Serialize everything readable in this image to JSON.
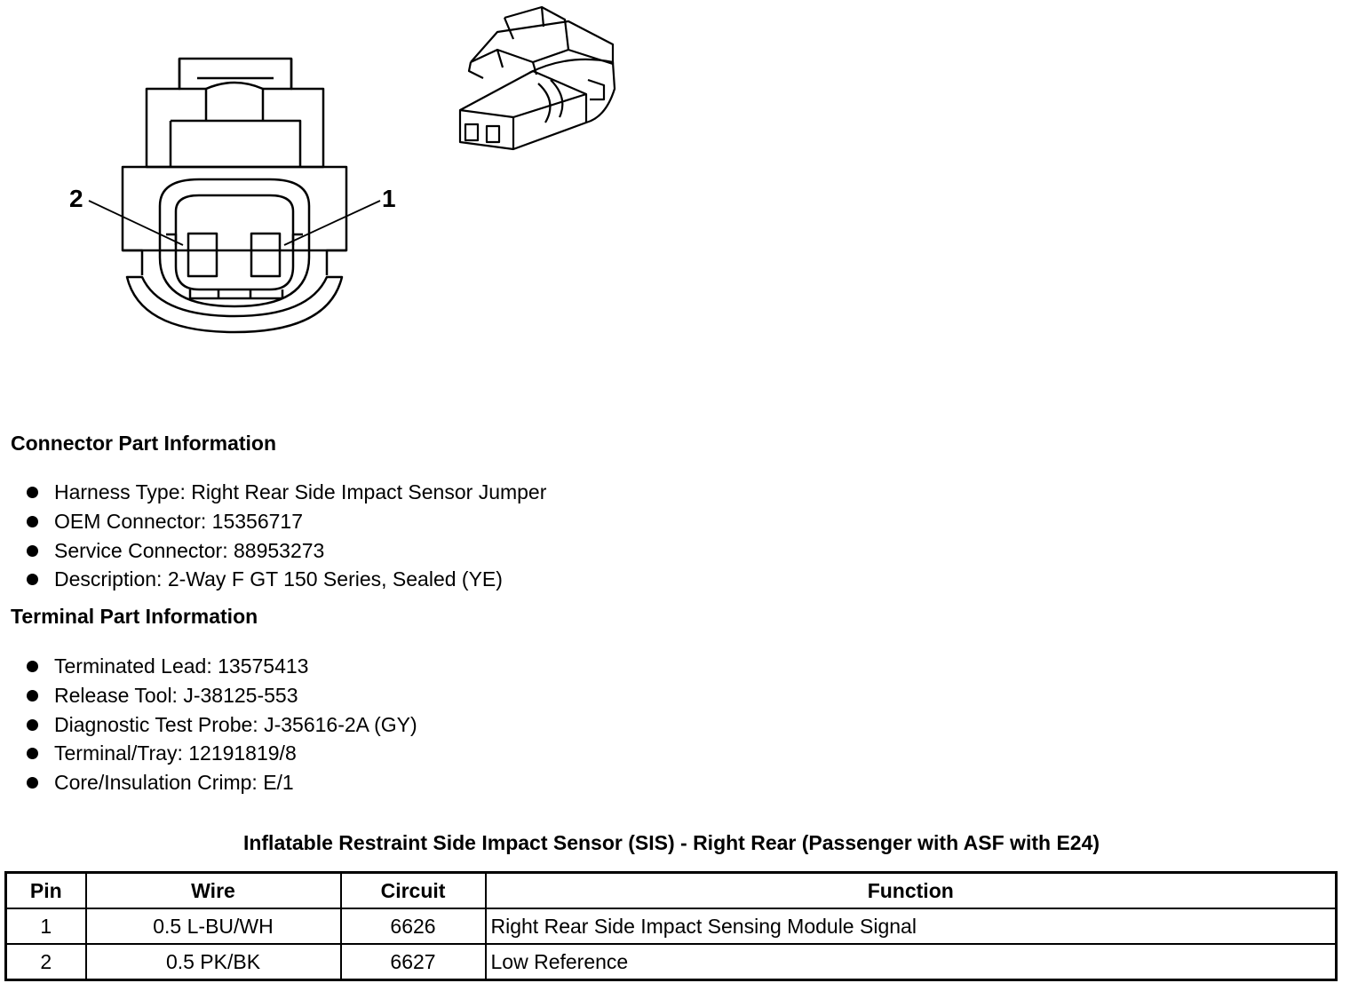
{
  "diagram": {
    "pin_labels": [
      "2",
      "1"
    ]
  },
  "connector_info": {
    "title": "Connector Part Information",
    "items": [
      "Harness Type: Right Rear Side Impact Sensor Jumper",
      "OEM Connector: 15356717",
      "Service Connector: 88953273",
      "Description: 2-Way F GT 150 Series, Sealed (YE)"
    ]
  },
  "terminal_info": {
    "title": "Terminal Part Information",
    "items": [
      "Terminated Lead: 13575413",
      "Release Tool: J-38125-553",
      "Diagnostic Test Probe: J-35616-2A (GY)",
      "Terminal/Tray: 12191819/8",
      "Core/Insulation Crimp: E/1"
    ]
  },
  "pin_table": {
    "title": "Inflatable Restraint Side Impact Sensor (SIS) - Right Rear (Passenger with ASF with E24)",
    "headers": [
      "Pin",
      "Wire",
      "Circuit",
      "Function"
    ],
    "rows": [
      [
        "1",
        "0.5 L-BU/WH",
        "6626",
        "Right Rear Side Impact Sensing Module Signal"
      ],
      [
        "2",
        "0.5 PK/BK",
        "6627",
        "Low Reference"
      ]
    ]
  }
}
